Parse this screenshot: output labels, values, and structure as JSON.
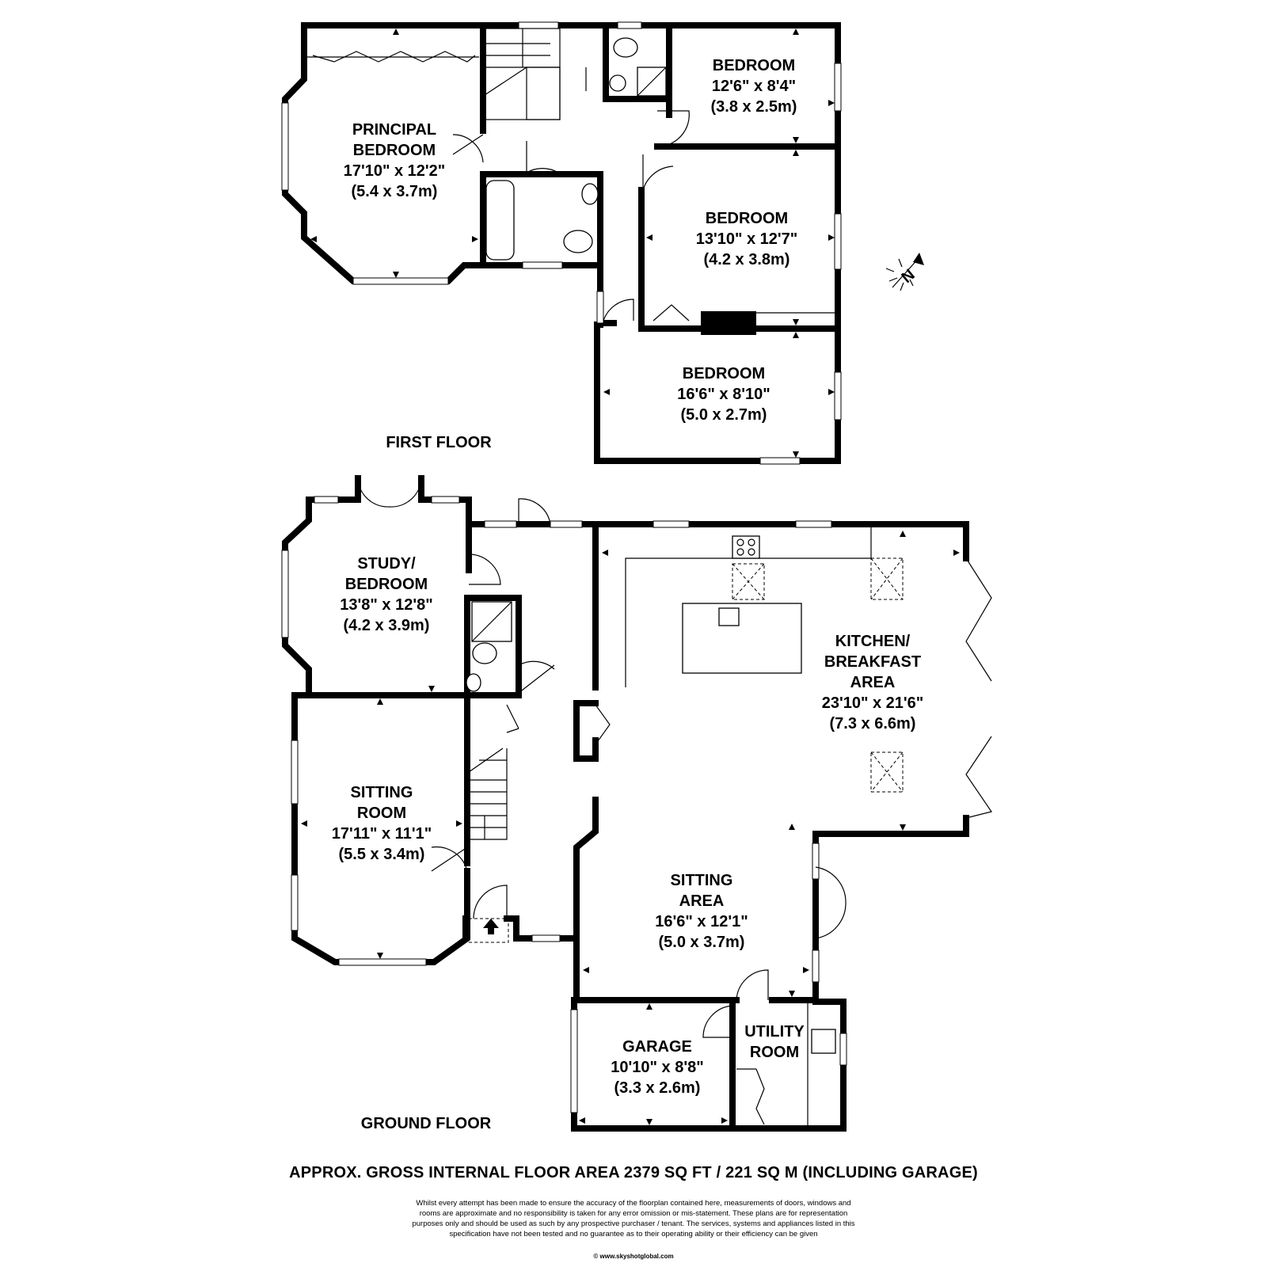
{
  "first_floor": {
    "label": "FIRST FLOOR",
    "rooms": [
      {
        "name": "PRINCIPAL",
        "name2": "BEDROOM",
        "imperial": "17'10\" x 12'2\"",
        "metric": "(5.4 x 3.7m)"
      },
      {
        "name": "BEDROOM",
        "imperial": "12'6\" x 8'4\"",
        "metric": "(3.8 x 2.5m)"
      },
      {
        "name": "BEDROOM",
        "imperial": "13'10\" x 12'7\"",
        "metric": "(4.2 x 3.8m)"
      },
      {
        "name": "BEDROOM",
        "imperial": "16'6\" x 8'10\"",
        "metric": "(5.0 x 2.7m)"
      }
    ]
  },
  "ground_floor": {
    "label": "GROUND FLOOR",
    "rooms": [
      {
        "name": "STUDY/",
        "name2": "BEDROOM",
        "imperial": "13'8\" x 12'8\"",
        "metric": "(4.2 x 3.9m)"
      },
      {
        "name": "SITTING",
        "name2": "ROOM",
        "imperial": "17'11\" x 11'1\"",
        "metric": "(5.5 x 3.4m)"
      },
      {
        "name": "KITCHEN/",
        "name2": "BREAKFAST",
        "name3": "AREA",
        "imperial": "23'10\" x 21'6\"",
        "metric": "(7.3 x 6.6m)"
      },
      {
        "name": "SITTING",
        "name2": "AREA",
        "imperial": "16'6\" x 12'1\"",
        "metric": "(5.0 x 3.7m)"
      },
      {
        "name": "GARAGE",
        "imperial": "10'10\" x 8'8\"",
        "metric": "(3.3 x 2.6m)"
      },
      {
        "name": "UTILITY",
        "name2": "ROOM"
      }
    ]
  },
  "compass": {
    "letter": "N",
    "icon": "north-arrow-icon"
  },
  "footer": {
    "area": "APPROX. GROSS INTERNAL FLOOR AREA 2379 SQ FT / 221 SQ M (INCLUDING GARAGE)",
    "disclaimer_lines": [
      "Whilst every attempt has been made to ensure the accuracy of the floorplan contained here, measurements of doors, windows and",
      "rooms are approximate and no responsibility is taken for any error omission or mis-statement. These plans are for representation",
      "purposes only and should  be used as such by any prospective purchaser / tenant. The services, systems and appliances listed in this",
      "specification have not been tested and no guarantee as to their operating ability or their efficiency can be given"
    ],
    "copyright": "© www.skyshotglobal.com"
  },
  "colors": {
    "ink": "#000000",
    "paper": "#ffffff",
    "stair_fill": "#ffffff"
  }
}
